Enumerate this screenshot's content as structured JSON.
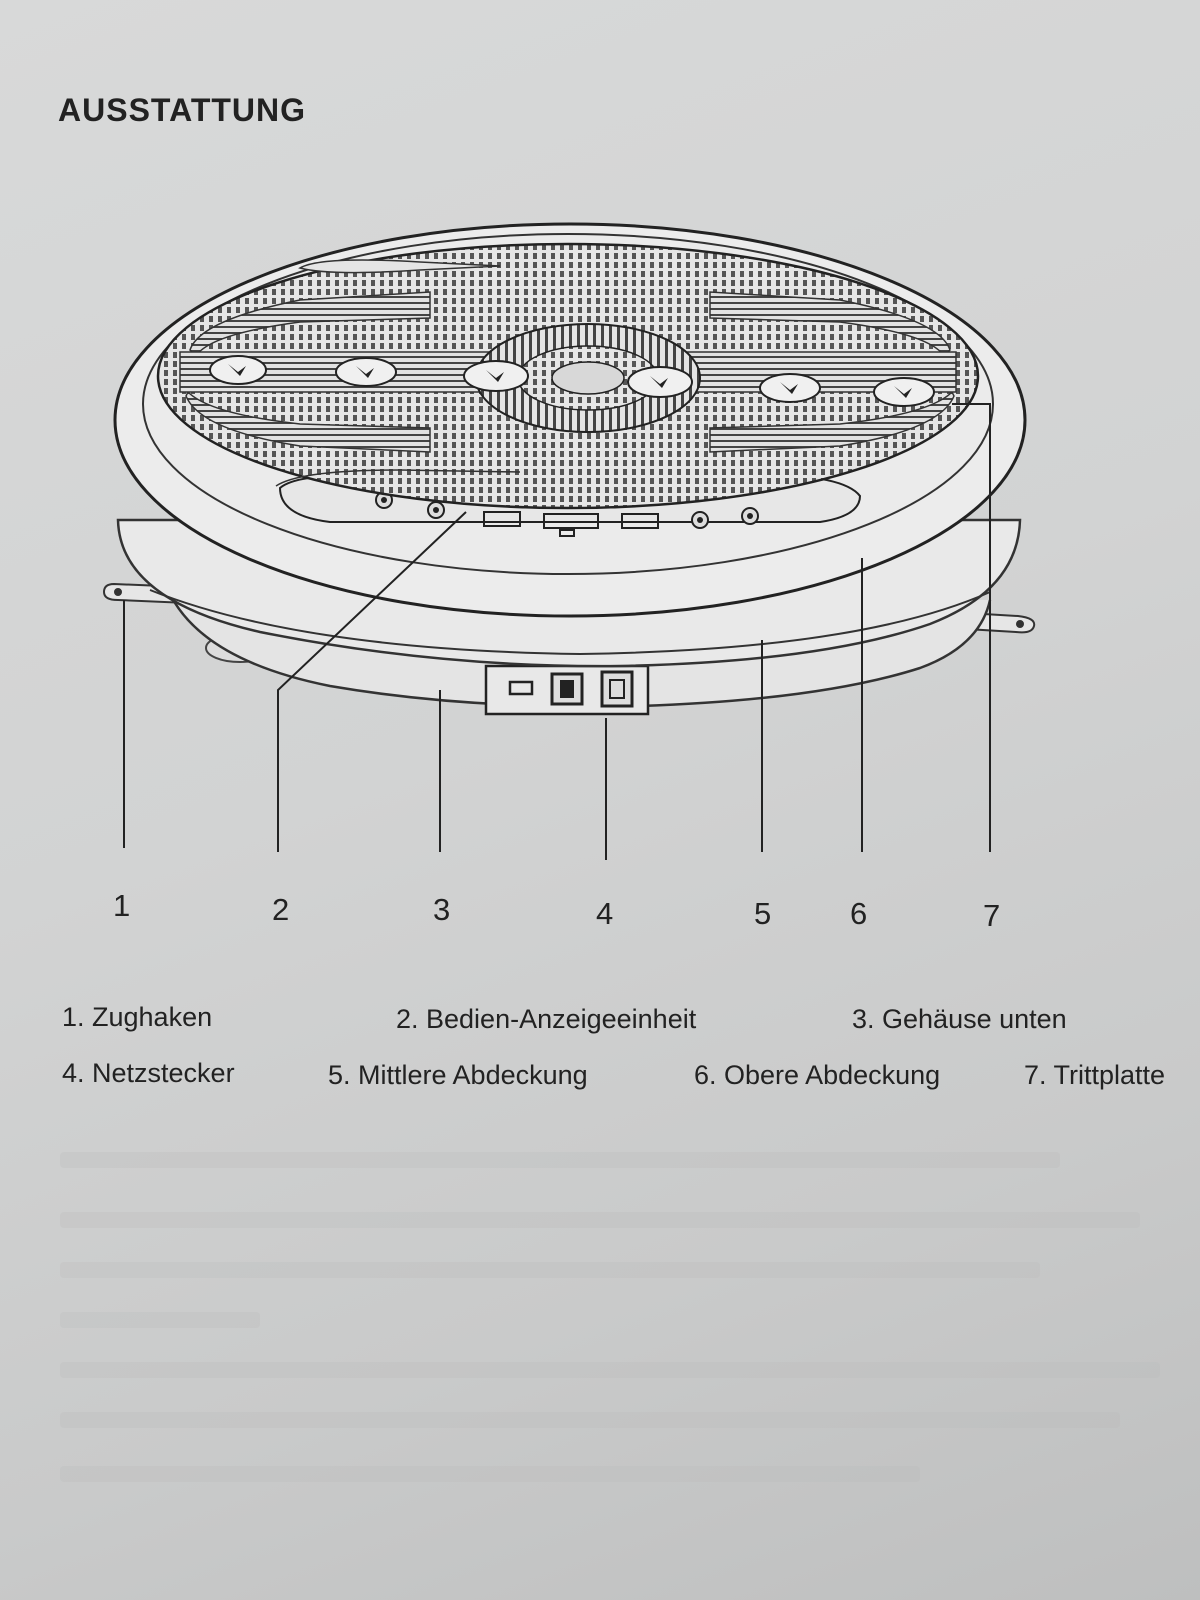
{
  "heading": "AUSSTATTUNG",
  "callouts": [
    "1",
    "2",
    "3",
    "4",
    "5",
    "6",
    "7"
  ],
  "parts": [
    {
      "label": "1. Zughaken"
    },
    {
      "label": "2. Bedien-Anzeigeeinheit"
    },
    {
      "label": "3. Gehäuse unten"
    },
    {
      "label": "4. Netzstecker"
    },
    {
      "label": "5. Mittlere Abdeckung"
    },
    {
      "label": "6. Obere Abdeckung"
    },
    {
      "label": "7. Trittplatte"
    }
  ]
}
